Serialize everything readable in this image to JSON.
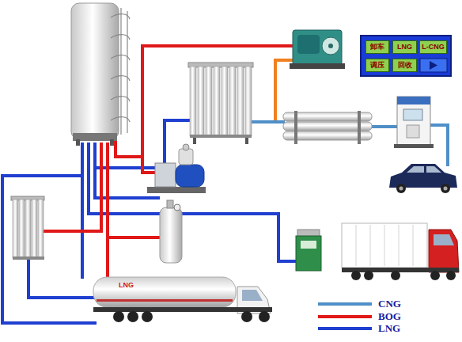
{
  "diagram": {
    "nodes": [
      {
        "text": [
          "卸车"
        ]
      },
      {
        "text": [
          "LNG"
        ]
      },
      {
        "text": [
          "L-CNG"
        ]
      },
      {
        "text": [
          "调压"
        ]
      },
      {
        "text": [
          "回收"
        ]
      }
    ],
    "labels": [
      "LNG"
    ],
    "legend": [
      {
        "text": "CNG"
      },
      {
        "text": "BOG"
      },
      {
        "text": "LNG"
      }
    ]
  }
}
